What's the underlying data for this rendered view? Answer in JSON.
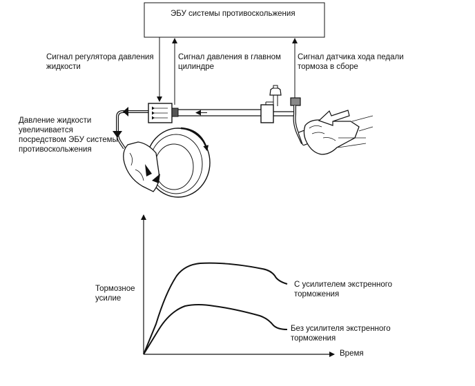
{
  "ecu": {
    "title": "ЭБУ системы противоскольжения"
  },
  "signals": {
    "regulator_pressure": "Сигнал регулятора давления\nжидкости",
    "master_cylinder_pressure": "Сигнал давления в главном\nцилиндре",
    "pedal_stroke_sensor": "Сигнал датчика хода педали\nтормоза в сборе"
  },
  "pressure_note": "Давление жидкости\nувеличивается\nпосредством ЭБУ системы\nпротивоскольжения",
  "graph": {
    "ylabel": "Тормозное\nусилие",
    "xlabel": "Время",
    "series": [
      {
        "name": "С усилителем экстренного\nторможения"
      },
      {
        "name": "Без усилителя экстренного\nторможения"
      }
    ]
  }
}
